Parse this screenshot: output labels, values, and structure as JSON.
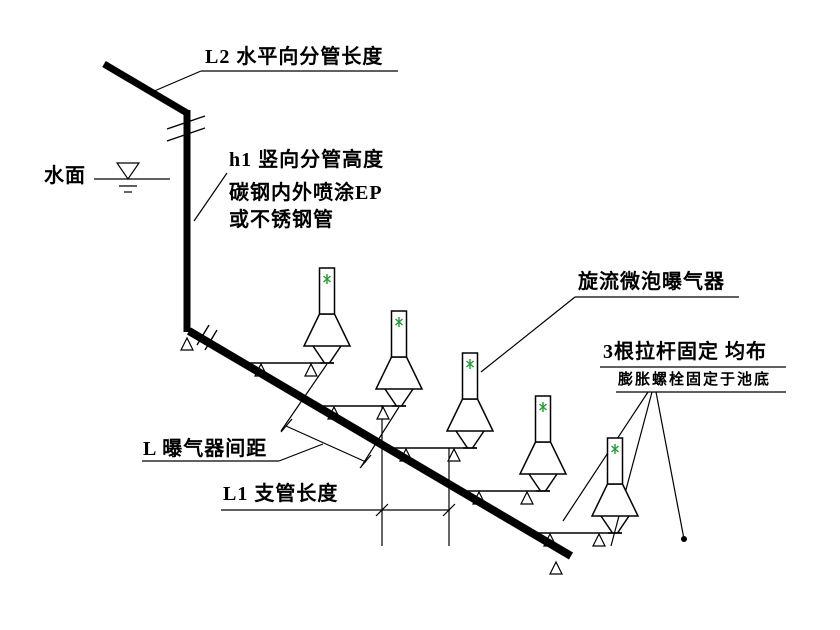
{
  "diagram": {
    "title_hint": "aerator installation schematic",
    "labels": {
      "l2_length": "L2 水平向分管长度",
      "water_surface": "水面",
      "h1_height": "h1 竖向分管高度",
      "pipe_material_line1": "碳钢内外喷涂EP",
      "pipe_material_line2": "或不锈钢管",
      "aerator_name": "旋流微泡曝气器",
      "tie_rods": "3根拉杆固定 均布",
      "anchor_note": "膨胀螺栓固定于池底",
      "spacing": "L 曝气器间距",
      "branch_length": "L1 支管长度"
    },
    "colors": {
      "line": "#000000",
      "aerator_mark": "#1e9c30",
      "background": "#ffffff"
    },
    "aerator_count": 5
  }
}
